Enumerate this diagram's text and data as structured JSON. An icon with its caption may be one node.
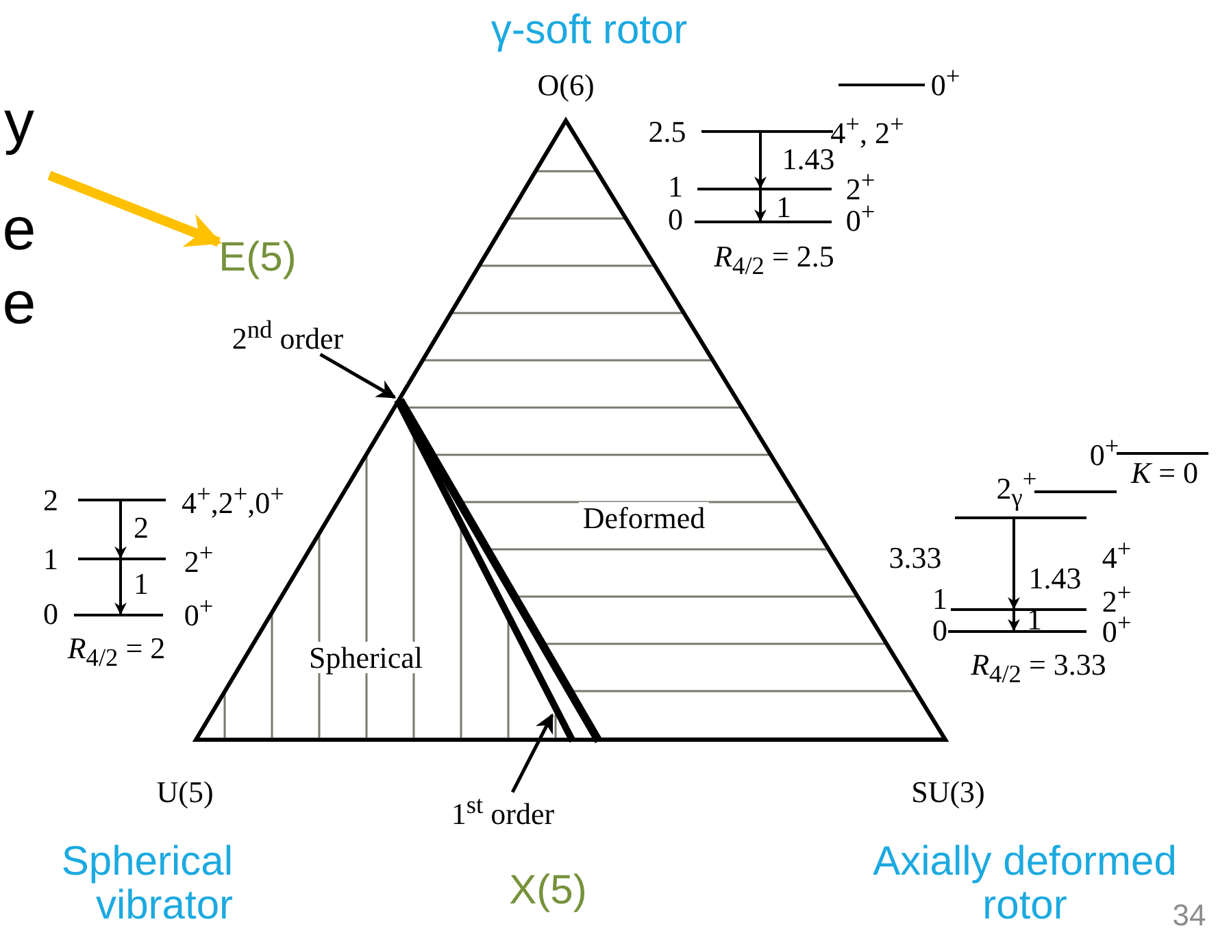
{
  "diagram": {
    "nodes": [
      {
        "text": [
          "2$^{nd}$ order"
        ]
      },
      {
        "text": [
          "1$^{st}$ order"
        ]
      },
      {
        "text": [
          "E(5)"
        ]
      }
    ],
    "edges": [
      {
        "from": 0,
        "to": null,
        "arrow": "to"
      },
      {
        "from": 1,
        "to": null,
        "arrow": "to"
      },
      {
        "from": null,
        "to": 2,
        "arrow": "to",
        "style": "thick",
        "color": "#ffc000"
      }
    ],
    "labels": [
      "γ-soft rotor",
      "O(6)",
      "0$^{+}$",
      "y",
      "2.5",
      "4$^{+}$, 2$^{+}$",
      "1.43",
      "1",
      "2$^{+}$",
      "1",
      "e",
      "0",
      "0$^{+}$",
      "*R*$_{4/2}$ = 2.5",
      "e",
      "0$^{+}$",
      "*K* = 0",
      "2$_{γ}$$^{+}$",
      "2",
      "4$^{+}$,2$^{+}$,0$^{+}$",
      "2",
      "Deformed",
      "1",
      "2$^{+}$",
      "3.33",
      "4$^{+}$",
      "1",
      "1.43",
      "1",
      "2$^{+}$",
      "0",
      "0$^{+}$",
      "1",
      "0",
      "0$^{+}$",
      "*R*$_{4/2}$ = 2",
      "Spherical",
      "*R*$_{4/2}$ = 3.33",
      "U(5)",
      "SU(3)",
      "Spherical vibrator",
      "X(5)",
      "Axially deformed rotor",
      "34"
    ]
  }
}
